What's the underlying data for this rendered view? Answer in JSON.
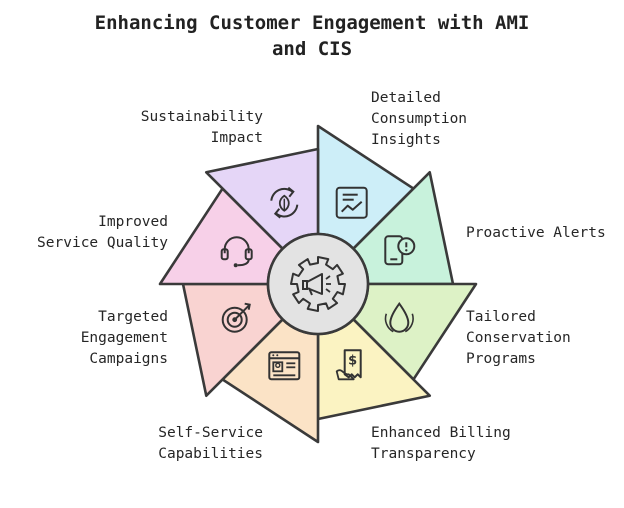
{
  "title": {
    "line1": "Enhancing Customer Engagement with AMI",
    "line2": "and CIS"
  },
  "center": {
    "icon": "megaphone-gear-icon",
    "fill": "#e3e3e3"
  },
  "segments": [
    {
      "id": "consumption",
      "lines": [
        "Detailed",
        "Consumption",
        "Insights"
      ],
      "icon": "chart-icon",
      "color": "#cdeef8"
    },
    {
      "id": "alerts",
      "lines": [
        "Proactive Alerts"
      ],
      "icon": "phone-alert-icon",
      "color": "#c8f2dc"
    },
    {
      "id": "conservation",
      "lines": [
        "Tailored",
        "Conservation",
        "Programs"
      ],
      "icon": "water-drop-icon",
      "color": "#ddf2c6"
    },
    {
      "id": "billing",
      "lines": [
        "Enhanced Billing",
        "Transparency"
      ],
      "icon": "bill-icon",
      "color": "#fbf3c2"
    },
    {
      "id": "selfservice",
      "lines": [
        "Self-Service",
        "Capabilities"
      ],
      "icon": "dashboard-icon",
      "color": "#fbe3c6"
    },
    {
      "id": "campaigns",
      "lines": [
        "Targeted",
        "Engagement",
        "Campaigns"
      ],
      "icon": "target-icon",
      "color": "#f9d3d1"
    },
    {
      "id": "quality",
      "lines": [
        "Improved",
        "Service Quality"
      ],
      "icon": "headset-icon",
      "color": "#f7d0e8"
    },
    {
      "id": "sustainability",
      "lines": [
        "Sustainability",
        "Impact"
      ],
      "icon": "recycle-leaf-icon",
      "color": "#e5d6f7"
    }
  ]
}
